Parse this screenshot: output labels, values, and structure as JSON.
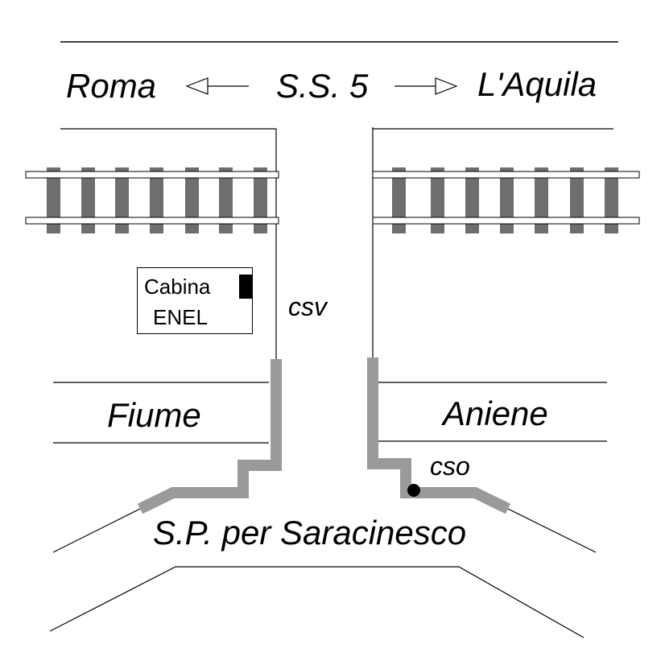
{
  "colors": {
    "line": "#000000",
    "rail": "#6e6e6e",
    "pipe": "#9a9a9a",
    "background": "#ffffff"
  },
  "labels": {
    "left_city": "Roma",
    "road_ss": "S.S. 5",
    "right_city": "L'Aquila",
    "cabina_line1": "Cabina",
    "cabina_line2": "ENEL",
    "csv": "csv",
    "river_left": "Fiume",
    "river_right": "Aniene",
    "cso": "cso",
    "road_sp": "S.P. per Saracinesco"
  },
  "icons": {
    "arrow_left": "arrow-left-icon",
    "arrow_right": "arrow-right-icon",
    "substation": "substation-marker-icon",
    "junction": "junction-dot-icon"
  }
}
